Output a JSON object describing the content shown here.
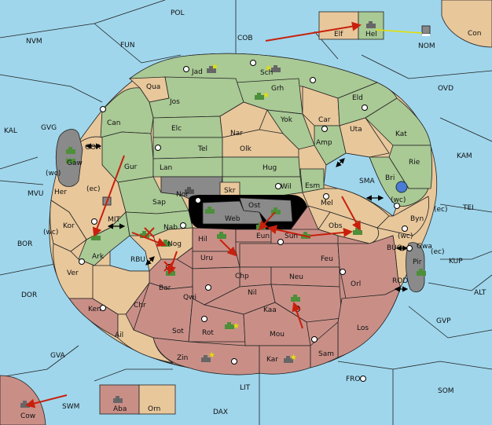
{
  "map": {
    "provinces": [
      {
        "id": "POL",
        "label": "POL"
      },
      {
        "id": "NVM",
        "label": "NVM"
      },
      {
        "id": "FUN",
        "label": "FUN"
      },
      {
        "id": "COB",
        "label": "COB"
      },
      {
        "id": "Elf",
        "label": "Elf"
      },
      {
        "id": "Hel",
        "label": "Hel"
      },
      {
        "id": "NOM",
        "label": "NOM"
      },
      {
        "id": "Con",
        "label": "Con"
      },
      {
        "id": "OVD",
        "label": "OVD"
      },
      {
        "id": "KAL",
        "label": "KAL"
      },
      {
        "id": "GVG",
        "label": "GVG"
      },
      {
        "id": "GOR",
        "label": "GOR"
      },
      {
        "id": "Gaw",
        "label": "Gaw"
      },
      {
        "id": "wc1",
        "label": "(wc)"
      },
      {
        "id": "Her",
        "label": "Her"
      },
      {
        "id": "ec1",
        "label": "(ec)"
      },
      {
        "id": "MVU",
        "label": "MVU"
      },
      {
        "id": "Kor",
        "label": "Kor"
      },
      {
        "id": "wc2",
        "label": "(wc)"
      },
      {
        "id": "MIT",
        "label": "MIT"
      },
      {
        "id": "BOR",
        "label": "BOR"
      },
      {
        "id": "Ark",
        "label": "Ark"
      },
      {
        "id": "RBU",
        "label": "RBU"
      },
      {
        "id": "Ver",
        "label": "Ver"
      },
      {
        "id": "DOR",
        "label": "DOR"
      },
      {
        "id": "Ken",
        "label": "Ken"
      },
      {
        "id": "Chr",
        "label": "Chr"
      },
      {
        "id": "Ail",
        "label": "Ail"
      },
      {
        "id": "GVA",
        "label": "GVA"
      },
      {
        "id": "Cow",
        "label": "Cow"
      },
      {
        "id": "SWM",
        "label": "SWM"
      },
      {
        "id": "Aba",
        "label": "Aba"
      },
      {
        "id": "Orn",
        "label": "Orn"
      },
      {
        "id": "LIT",
        "label": "LIT"
      },
      {
        "id": "DAX",
        "label": "DAX"
      },
      {
        "id": "FRO",
        "label": "FRO"
      },
      {
        "id": "SOM",
        "label": "SOM"
      },
      {
        "id": "GVP",
        "label": "GVP"
      },
      {
        "id": "ALT",
        "label": "ALT"
      },
      {
        "id": "KUP",
        "label": "KUP"
      },
      {
        "id": "TEI",
        "label": "TEI"
      },
      {
        "id": "KAM",
        "label": "KAM"
      },
      {
        "id": "Jad",
        "label": "Jad"
      },
      {
        "id": "Sch",
        "label": "Sch"
      },
      {
        "id": "Qua",
        "label": "Qua"
      },
      {
        "id": "Grh",
        "label": "Grh"
      },
      {
        "id": "Jos",
        "label": "Jos"
      },
      {
        "id": "Eld",
        "label": "Eld"
      },
      {
        "id": "Can",
        "label": "Can"
      },
      {
        "id": "Yok",
        "label": "Yok"
      },
      {
        "id": "Car",
        "label": "Car"
      },
      {
        "id": "Uta",
        "label": "Uta"
      },
      {
        "id": "Kat",
        "label": "Kat"
      },
      {
        "id": "Elc",
        "label": "Elc"
      },
      {
        "id": "Nar",
        "label": "Nar"
      },
      {
        "id": "Amp",
        "label": "Amp"
      },
      {
        "id": "Tel",
        "label": "Tel"
      },
      {
        "id": "Olk",
        "label": "Olk"
      },
      {
        "id": "Gur",
        "label": "Gur"
      },
      {
        "id": "Rie",
        "label": "Rie"
      },
      {
        "id": "Lan",
        "label": "Lan"
      },
      {
        "id": "Hug",
        "label": "Hug"
      },
      {
        "id": "SMA",
        "label": "SMA"
      },
      {
        "id": "Bri",
        "label": "Bri"
      },
      {
        "id": "Nor",
        "label": "Nor"
      },
      {
        "id": "Wil",
        "label": "Wil"
      },
      {
        "id": "Esm",
        "label": "Esm"
      },
      {
        "id": "Sap",
        "label": "Sap"
      },
      {
        "id": "Skr",
        "label": "Skr"
      },
      {
        "id": "Ost",
        "label": "Ost"
      },
      {
        "id": "Mel",
        "label": "Mel"
      },
      {
        "id": "wc3",
        "label": "(wc)"
      },
      {
        "id": "Byn",
        "label": "Byn"
      },
      {
        "id": "ec2",
        "label": "(ec)"
      },
      {
        "id": "Web",
        "label": "Web"
      },
      {
        "id": "Obs",
        "label": "Obs"
      },
      {
        "id": "Nab",
        "label": "Nab"
      },
      {
        "id": "Eun",
        "label": "Eun"
      },
      {
        "id": "Sun",
        "label": "Sun"
      },
      {
        "id": "wc4",
        "label": "(wc)"
      },
      {
        "id": "Gwa",
        "label": "Gwa"
      },
      {
        "id": "ec3",
        "label": "(ec)"
      },
      {
        "id": "BUC",
        "label": "BUC"
      },
      {
        "id": "Hil",
        "label": "Hil"
      },
      {
        "id": "Nog",
        "label": "Nog"
      },
      {
        "id": "Uru",
        "label": "Uru"
      },
      {
        "id": "Feu",
        "label": "Feu"
      },
      {
        "id": "Pir",
        "label": "Pir"
      },
      {
        "id": "Bar",
        "label": "Bar"
      },
      {
        "id": "Chp",
        "label": "Chp"
      },
      {
        "id": "Neu",
        "label": "Neu"
      },
      {
        "id": "Orl",
        "label": "Orl"
      },
      {
        "id": "ROD",
        "label": "ROD"
      },
      {
        "id": "Qwi",
        "label": "Qwi"
      },
      {
        "id": "Nil",
        "label": "Nil"
      },
      {
        "id": "Kaa",
        "label": "Kaa"
      },
      {
        "id": "Sot",
        "label": "Sot"
      },
      {
        "id": "Rot",
        "label": "Rot"
      },
      {
        "id": "Mou",
        "label": "Mou"
      },
      {
        "id": "Los",
        "label": "Los"
      },
      {
        "id": "Zin",
        "label": "Zin"
      },
      {
        "id": "Kar",
        "label": "Kar"
      },
      {
        "id": "Sam",
        "label": "Sam"
      }
    ],
    "colors": {
      "sea": "#9fd6ec",
      "green": "#a9c995",
      "tan": "#e8c79b",
      "rose": "#c98f87",
      "gray": "#8a8a8a",
      "move": "#c8200c",
      "support": "#e3e000"
    },
    "units": [
      {
        "id": "Hel",
        "kind": "fleet"
      },
      {
        "id": "NOM",
        "kind": "army"
      },
      {
        "id": "Jad",
        "kind": "fleet"
      },
      {
        "id": "Grh",
        "kind": "army"
      },
      {
        "id": "Gaw",
        "kind": "army"
      },
      {
        "id": "Nor",
        "kind": "fleet"
      },
      {
        "id": "Ark",
        "kind": "army"
      },
      {
        "id": "Nab",
        "kind": "army"
      },
      {
        "id": "Hil",
        "kind": "army"
      },
      {
        "id": "Web",
        "kind": "fleet"
      },
      {
        "id": "Ost",
        "kind": "army"
      },
      {
        "id": "Eun",
        "kind": "army"
      },
      {
        "id": "Sun",
        "kind": "army"
      },
      {
        "id": "Obs",
        "kind": "army"
      },
      {
        "id": "Bri",
        "kind": "fleet"
      },
      {
        "id": "Pir",
        "kind": "army"
      },
      {
        "id": "Bar",
        "kind": "army"
      },
      {
        "id": "Kaa",
        "kind": "army"
      },
      {
        "id": "Rot",
        "kind": "army"
      },
      {
        "id": "Zin",
        "kind": "fleet"
      },
      {
        "id": "Kar",
        "kind": "fleet"
      },
      {
        "id": "Cow",
        "kind": "fleet"
      },
      {
        "id": "Aba",
        "kind": "fleet"
      },
      {
        "id": "Sch",
        "kind": "fleet"
      }
    ]
  }
}
